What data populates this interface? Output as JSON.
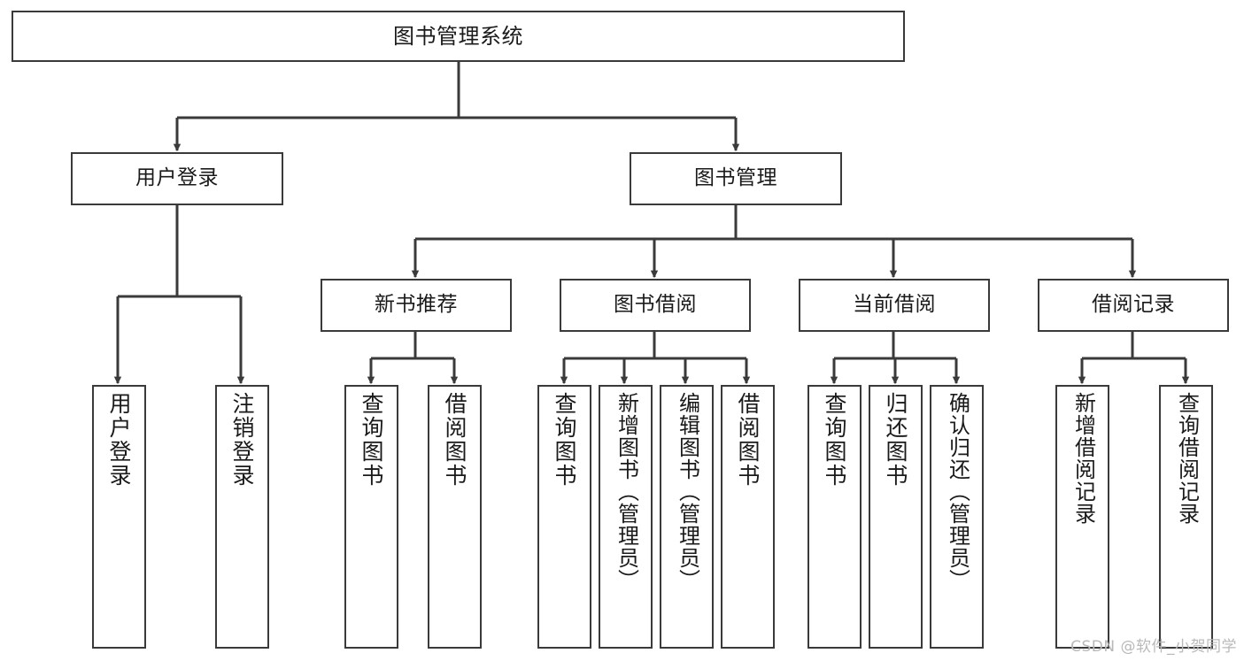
{
  "diagram": {
    "type": "tree",
    "title": "图书管理系统",
    "watermark": "CSDN @软件_小贺同学",
    "edge_color": "#3a3a3a",
    "box_border_color": "#3a3a3a",
    "background_color": "#ffffff",
    "text_color": "#1a1a1a",
    "nodes": {
      "root": {
        "label": "图书管理系统",
        "level": 1,
        "orientation": "horizontal"
      },
      "l2_user_login": {
        "label": "用户登录",
        "level": 2,
        "orientation": "horizontal"
      },
      "l2_book_mgmt": {
        "label": "图书管理",
        "level": 2,
        "orientation": "horizontal"
      },
      "l3_new_book_rec": {
        "label": "新书推荐",
        "level": 3,
        "orientation": "horizontal"
      },
      "l3_book_borrow": {
        "label": "图书借阅",
        "level": 3,
        "orientation": "horizontal"
      },
      "l3_current_borrow": {
        "label": "当前借阅",
        "level": 3,
        "orientation": "horizontal"
      },
      "l3_borrow_record": {
        "label": "借阅记录",
        "level": 3,
        "orientation": "horizontal"
      },
      "leaf_user_login": {
        "label": "用户登录",
        "level": 4,
        "orientation": "vertical"
      },
      "leaf_logout": {
        "label": "注销登录",
        "level": 4,
        "orientation": "vertical"
      },
      "leaf_rec_query_book": {
        "label": "查询图书",
        "level": 4,
        "orientation": "vertical"
      },
      "leaf_rec_borrow_book": {
        "label": "借阅图书",
        "level": 4,
        "orientation": "vertical"
      },
      "leaf_borrow_query_book": {
        "label": "查询图书",
        "level": 4,
        "orientation": "vertical"
      },
      "leaf_add_book": {
        "label": "新增图书（管理员）",
        "level": 4,
        "orientation": "vertical"
      },
      "leaf_edit_book": {
        "label": "编辑图书（管理员）",
        "level": 4,
        "orientation": "vertical"
      },
      "leaf_borrow_book": {
        "label": "借阅图书",
        "level": 4,
        "orientation": "vertical"
      },
      "leaf_cur_query_book": {
        "label": "查询图书",
        "level": 4,
        "orientation": "vertical"
      },
      "leaf_return_book": {
        "label": "归还图书",
        "level": 4,
        "orientation": "vertical"
      },
      "leaf_confirm_return": {
        "label": "确认归还（管理员）",
        "level": 4,
        "orientation": "vertical"
      },
      "leaf_add_record": {
        "label": "新增借阅记录",
        "level": 4,
        "orientation": "vertical"
      },
      "leaf_query_record": {
        "label": "查询借阅记录",
        "level": 4,
        "orientation": "vertical"
      }
    },
    "edges": [
      {
        "from": "root",
        "to": "l2_user_login"
      },
      {
        "from": "root",
        "to": "l2_book_mgmt"
      },
      {
        "from": "l2_user_login",
        "to": "leaf_user_login"
      },
      {
        "from": "l2_user_login",
        "to": "leaf_logout"
      },
      {
        "from": "l2_book_mgmt",
        "to": "l3_new_book_rec"
      },
      {
        "from": "l2_book_mgmt",
        "to": "l3_book_borrow"
      },
      {
        "from": "l2_book_mgmt",
        "to": "l3_current_borrow"
      },
      {
        "from": "l2_book_mgmt",
        "to": "l3_borrow_record"
      },
      {
        "from": "l3_new_book_rec",
        "to": "leaf_rec_query_book"
      },
      {
        "from": "l3_new_book_rec",
        "to": "leaf_rec_borrow_book"
      },
      {
        "from": "l3_book_borrow",
        "to": "leaf_borrow_query_book"
      },
      {
        "from": "l3_book_borrow",
        "to": "leaf_add_book"
      },
      {
        "from": "l3_book_borrow",
        "to": "leaf_edit_book"
      },
      {
        "from": "l3_book_borrow",
        "to": "leaf_borrow_book"
      },
      {
        "from": "l3_current_borrow",
        "to": "leaf_cur_query_book"
      },
      {
        "from": "l3_current_borrow",
        "to": "leaf_return_book"
      },
      {
        "from": "l3_current_borrow",
        "to": "leaf_confirm_return"
      },
      {
        "from": "l3_borrow_record",
        "to": "leaf_add_record"
      },
      {
        "from": "l3_borrow_record",
        "to": "leaf_query_record"
      }
    ]
  }
}
